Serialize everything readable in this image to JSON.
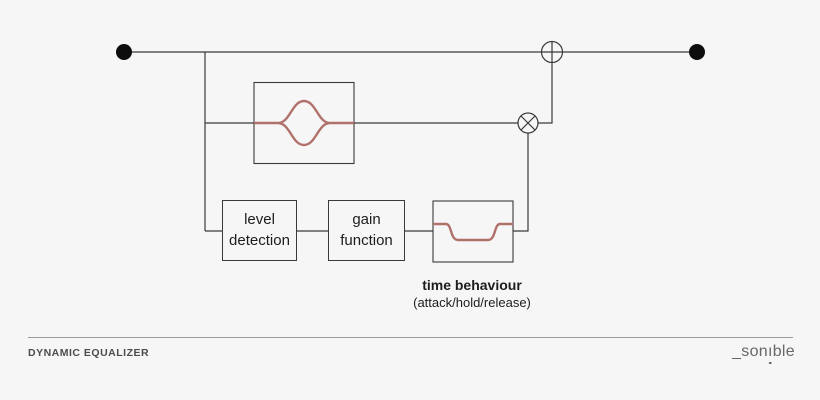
{
  "colors": {
    "background": "#f6f6f6",
    "line": "#3a3a3a",
    "accent_red": "#b0716a",
    "box_text": "#1d1d1d",
    "footer_text": "#4c4c4c",
    "brand": "#686868",
    "divider": "#9b9b9b"
  },
  "diagram": {
    "input_node_icon": "filled-dot-icon",
    "output_node_icon": "filled-dot-icon",
    "sum_node_icon": "plus-in-circle-icon",
    "multiply_node_icon": "times-in-circle-icon",
    "filter_block_icon": "bell-filter-curve-icon",
    "time_block_icon": "envelope-curve-icon",
    "blocks": {
      "level_detection": {
        "line1": "level",
        "line2": "detection"
      },
      "gain_function": {
        "line1": "gain",
        "line2": "function"
      },
      "time_behaviour": {
        "title": "time behaviour",
        "subtitle": "(attack/hold/release)"
      }
    }
  },
  "footer": {
    "label": "DYNAMIC EQUALIZER",
    "brand": {
      "prefix": "_",
      "start": "son",
      "i": "ı",
      "end": "ble"
    }
  }
}
